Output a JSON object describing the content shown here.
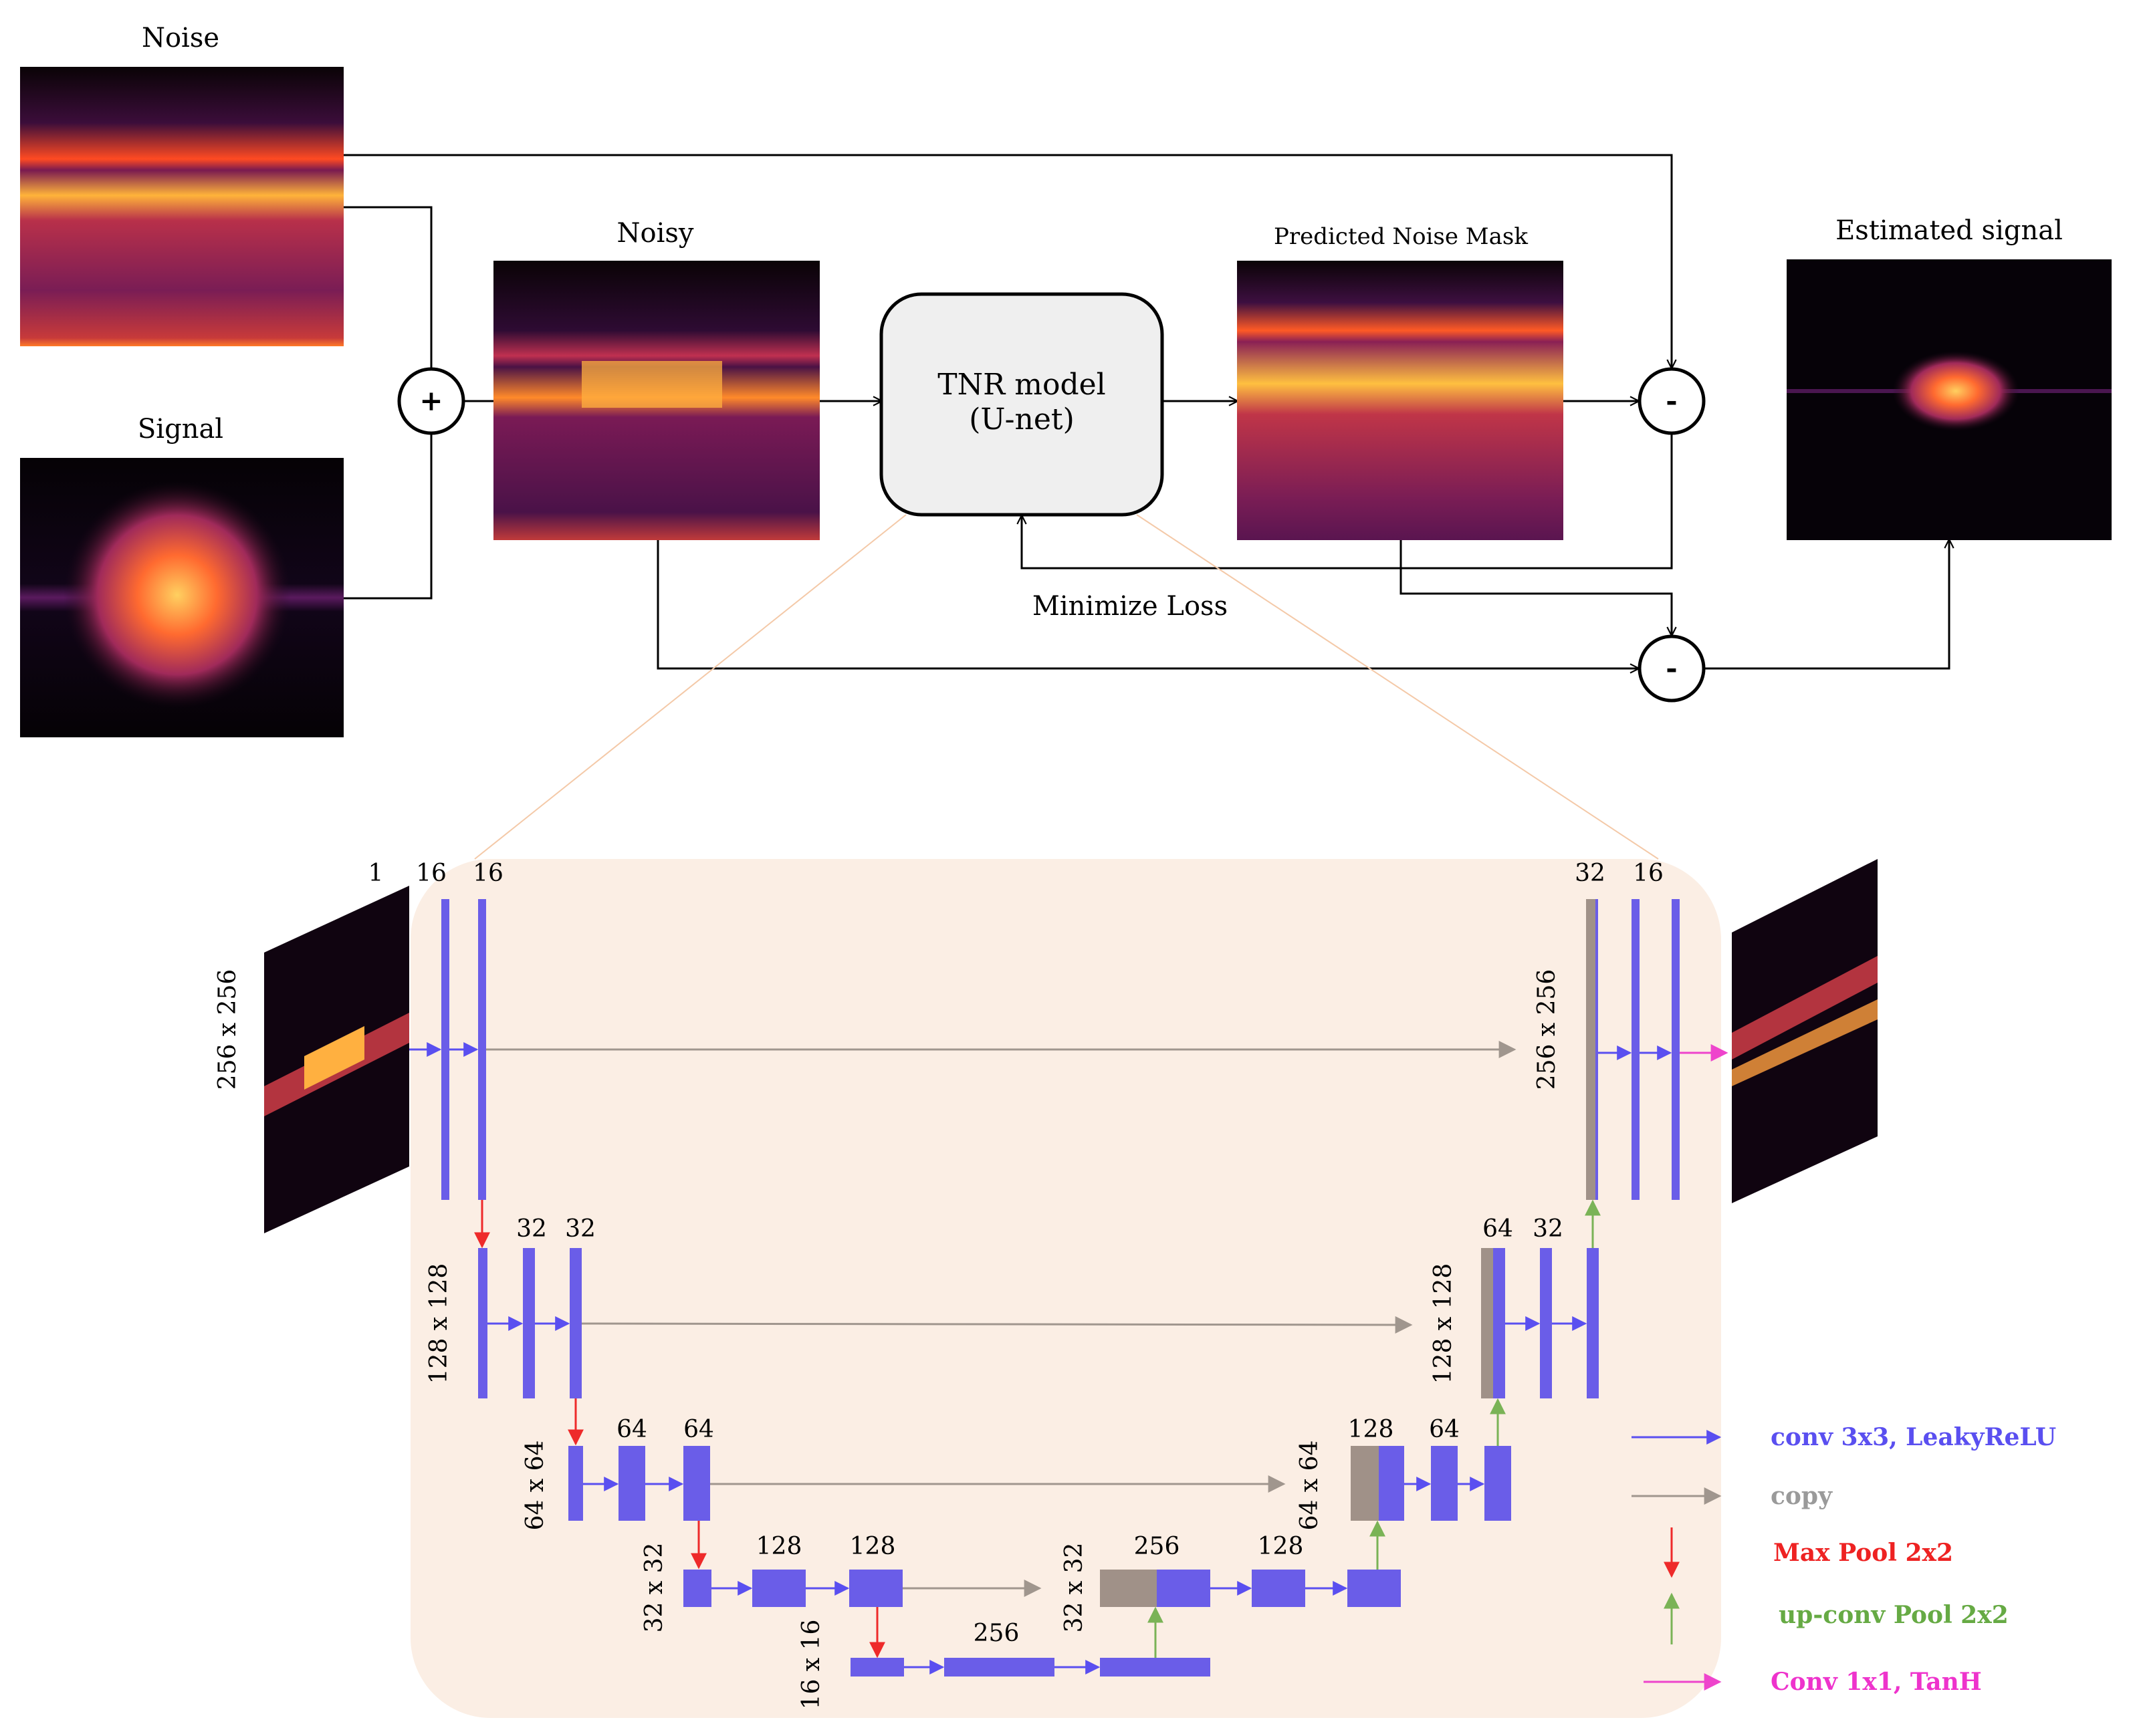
{
  "top": {
    "noise_label": "Noise",
    "signal_label": "Signal",
    "noisy_label": "Noisy",
    "mask_label": "Predicted Noise Mask",
    "estimated_label": "Estimated signal",
    "model_line1": "TNR model",
    "model_line2": "(U-net)",
    "plus_symbol": "+",
    "minus_symbol": "-",
    "loss_label": "Minimize Loss"
  },
  "unet": {
    "channel_labels": {
      "in_1": "1",
      "in_16a": "16",
      "in_16b": "16",
      "l2_32a": "32",
      "l2_32b": "32",
      "l3_64a": "64",
      "l3_64b": "64",
      "l4_128a": "128",
      "l4_128b": "128",
      "l5_256": "256",
      "u4_256": "256",
      "u4_128": "128",
      "u3_128": "128",
      "u3_64": "64",
      "u2_64": "64",
      "u2_32": "32",
      "u1_32": "32",
      "u1_16": "16"
    },
    "size_labels": {
      "in": "256 x 256",
      "l2": "128 x 128",
      "l3": "64 x 64",
      "l4": "32 x 32",
      "l5": "16 x 16",
      "u4": "32 x 32",
      "u3": "64 x 64",
      "u2": "128 x 128",
      "u1": "256 x 256"
    }
  },
  "legend": [
    {
      "label": "conv 3x3, LeakyReLU",
      "color": "#5a4ff0"
    },
    {
      "label": "copy",
      "color": "#9a9a9a"
    },
    {
      "label": "Max Pool 2x2",
      "color": "#ee2222"
    },
    {
      "label": "up-conv Pool 2x2",
      "color": "#66aa44"
    },
    {
      "label": "Conv 1x1, TanH",
      "color": "#ee33cc"
    }
  ],
  "colors": {
    "block": "#6a5de8",
    "copy_block": "#a09188",
    "panel_bg": "#fbeee4",
    "model_box": "#efefef"
  }
}
